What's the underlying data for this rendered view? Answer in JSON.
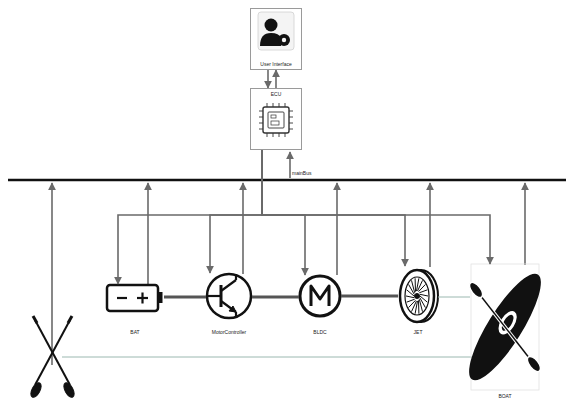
{
  "diagram": {
    "nodes": [
      {
        "text": [
          "User Interface"
        ]
      },
      {
        "text": [
          "ECU"
        ]
      },
      {
        "text": [
          "BAT"
        ]
      },
      {
        "text": [
          "MotorController"
        ]
      },
      {
        "text": [
          "BLDC"
        ]
      },
      {
        "text": [
          "JET"
        ]
      },
      {
        "text": [
          "BOAT"
        ]
      }
    ],
    "edges": [
      {
        "from": 0,
        "to": 1,
        "arrow": "to"
      },
      {
        "from": 1,
        "to": 0,
        "arrow": "to"
      },
      {
        "from": 1,
        "to": 2,
        "arrow": "to"
      },
      {
        "from": 1,
        "to": 3,
        "arrow": "to"
      },
      {
        "from": 1,
        "to": 4,
        "arrow": "to"
      },
      {
        "from": 1,
        "to": 5,
        "arrow": "to"
      },
      {
        "from": 1,
        "to": 6,
        "arrow": "to"
      },
      {
        "from": 2,
        "to": 3,
        "arrow": "none"
      },
      {
        "from": 3,
        "to": 4,
        "arrow": "none"
      },
      {
        "from": 4,
        "to": 5,
        "arrow": "none"
      },
      {
        "from": 5,
        "to": 6,
        "arrow": "none"
      }
    ],
    "labels": [
      "mainBus"
    ]
  }
}
